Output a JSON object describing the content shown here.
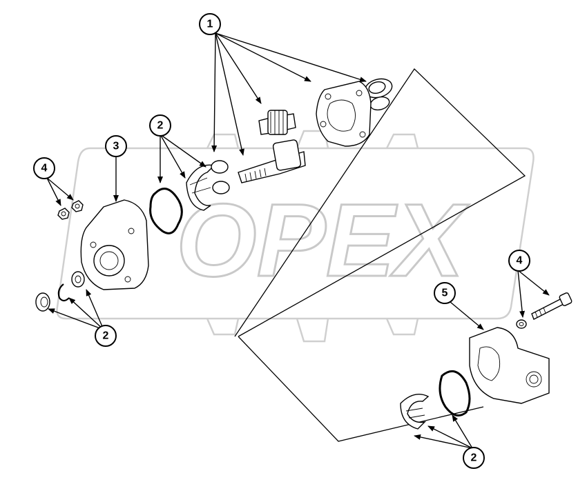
{
  "watermark": {
    "text": "OPEX"
  },
  "callouts": [
    {
      "id": "c1-top",
      "label": "1"
    },
    {
      "id": "c2-upper",
      "label": "2"
    },
    {
      "id": "c3",
      "label": "3"
    },
    {
      "id": "c4-left",
      "label": "4"
    },
    {
      "id": "c2-lower-left",
      "label": "2"
    },
    {
      "id": "c4-right",
      "label": "4"
    },
    {
      "id": "c5",
      "label": "5"
    },
    {
      "id": "c2-bottom",
      "label": "2"
    }
  ]
}
